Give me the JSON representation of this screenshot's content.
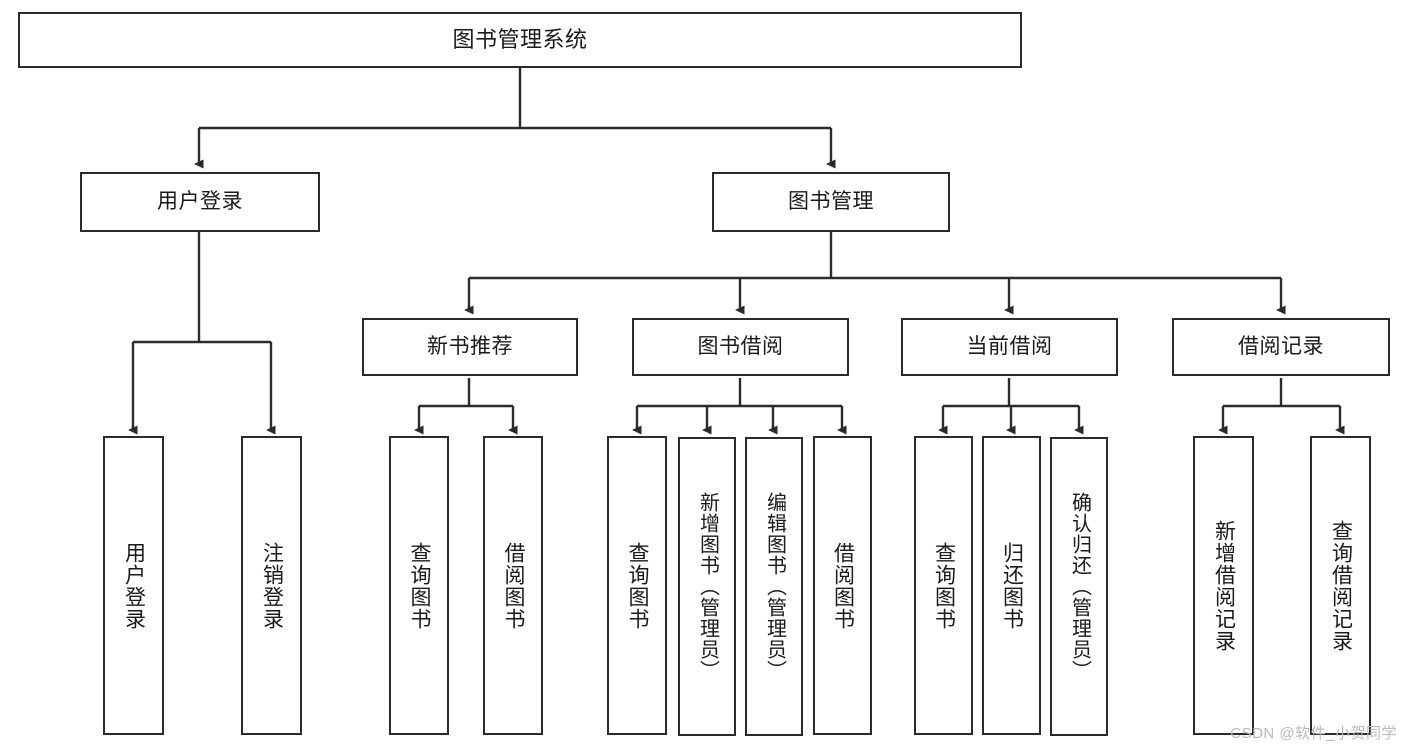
{
  "diagram": {
    "title": "图书管理系统",
    "type": "tree",
    "colors": {
      "background": "#ffffff",
      "stroke": "#2b2b2b",
      "text": "#1a1a1a",
      "watermark": "#b9b9b9"
    },
    "root": {
      "label": "图书管理系统"
    },
    "level1": [
      {
        "label": "用户登录"
      },
      {
        "label": "图书管理"
      }
    ],
    "level2": [
      {
        "label": "新书推荐"
      },
      {
        "label": "图书借阅"
      },
      {
        "label": "当前借阅"
      },
      {
        "label": "借阅记录"
      }
    ],
    "leaves": {
      "user_login": [
        {
          "label": "用户登录"
        },
        {
          "label": "注销登录"
        }
      ],
      "new_book_recommend": [
        {
          "label": "查询图书"
        },
        {
          "label": "借阅图书"
        }
      ],
      "book_borrow": [
        {
          "label": "查询图书"
        },
        {
          "label": "新增图书（管理员）"
        },
        {
          "label": "编辑图书（管理员）"
        },
        {
          "label": "借阅图书"
        }
      ],
      "current_borrow": [
        {
          "label": "查询图书"
        },
        {
          "label": "归还图书"
        },
        {
          "label": "确认归还（管理员）"
        }
      ],
      "borrow_record": [
        {
          "label": "新增借阅记录"
        },
        {
          "label": "查询借阅记录"
        }
      ]
    }
  },
  "watermark": {
    "text": "CSDN @软件_小贺同学"
  }
}
